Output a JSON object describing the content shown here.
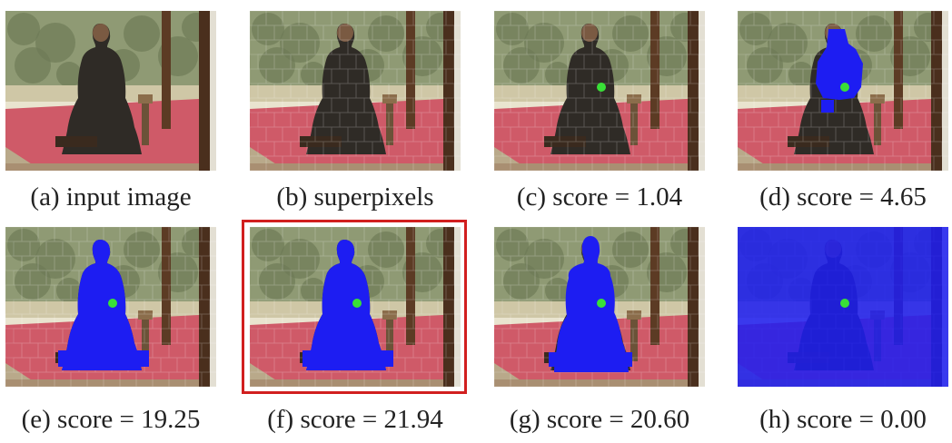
{
  "panels": [
    {
      "caption": "(a) input image",
      "overlay": "none"
    },
    {
      "caption": "(b) superpixels",
      "overlay": "superpixels"
    },
    {
      "caption": "(c) score = 1.04",
      "overlay": "seed"
    },
    {
      "caption": "(d) score = 4.65",
      "overlay": "partial"
    },
    {
      "caption": "(e) score = 19.25",
      "overlay": "body"
    },
    {
      "caption": "(f) score = 21.94",
      "overlay": "body",
      "highlighted": true
    },
    {
      "caption": "(g) score = 20.60",
      "overlay": "body-thin"
    },
    {
      "caption": "(h) score = 0.00",
      "overlay": "full"
    }
  ],
  "colors": {
    "mask_blue": "#1d1df2",
    "seed_green": "#39e037",
    "highlight_red": "#d11f1f",
    "floor_red": "#cf5a68",
    "foliage": "#8f9a74",
    "sky": "#e9e4cf",
    "wood": "#5c3b24",
    "robe": "#2f2b26"
  }
}
